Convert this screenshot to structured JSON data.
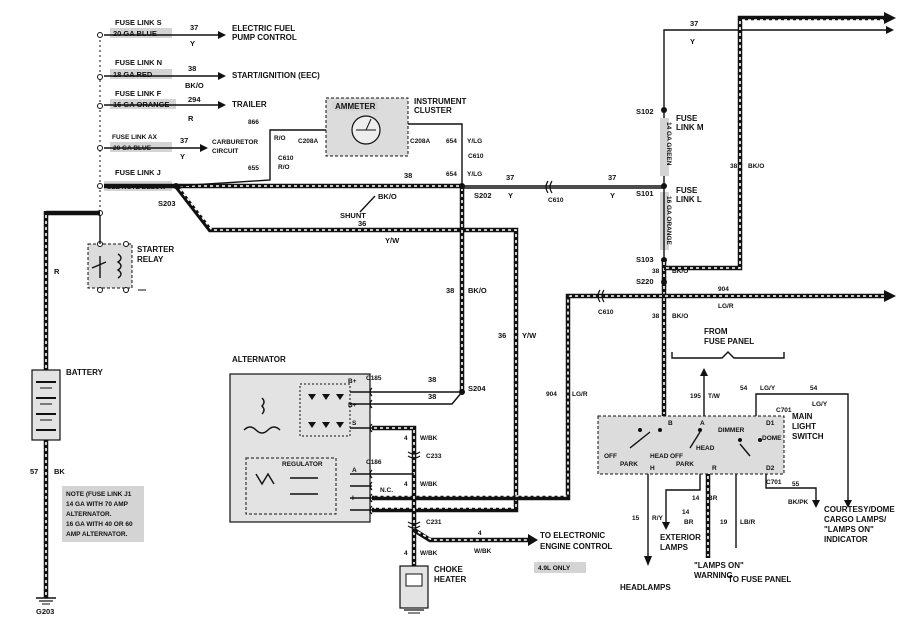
{
  "fuse_links": {
    "s": {
      "title": "FUSE LINK S",
      "gauge": "20 GA BLUE",
      "circuit": "37",
      "color": "Y",
      "dest": "ELECTRIC FUEL",
      "dest2": "PUMP CONTROL"
    },
    "n": {
      "title": "FUSE LINK N",
      "gauge": "18 GA RED",
      "circuit": "38",
      "color": "BK/O",
      "dest": "START/IGNITION (EEC)"
    },
    "f": {
      "title": "FUSE LINK F",
      "gauge": "16 GA ORANGE",
      "circuit": "294",
      "color": "R",
      "dest": "TRAILER"
    },
    "ax": {
      "title": "FUSE LINK AX",
      "gauge": "20 GA BLUE",
      "circuit": "37",
      "color": "Y",
      "dest": "CARBURETOR",
      "dest2": "CIRCUIT"
    },
    "j": {
      "title": "FUSE LINK J",
      "note": "SEE NOTE BELOW"
    }
  },
  "ammeter": {
    "title": "AMMETER",
    "cluster1": "INSTRUMENT",
    "cluster2": "CLUSTER",
    "left_conn": "C208A",
    "right_conn": "C208A"
  },
  "connectors": {
    "c610": "C610",
    "c185": "C185",
    "c186": "C186",
    "c233": "C233",
    "c231": "C231",
    "c701": "C701",
    "nc": "N.C."
  },
  "splices": {
    "s203": "S203",
    "s202": "S202",
    "s204": "S204",
    "s101": "S101",
    "s102": "S102",
    "s103": "S103",
    "s220": "S220"
  },
  "ground": {
    "g203": "G203"
  },
  "wires": {
    "w655": "655",
    "w866": "866",
    "w_ro": "R/O",
    "w654": "654",
    "w_ylg": "Y/LG",
    "w38": "38",
    "w_bko": "BK/O",
    "w37": "37",
    "w_y": "Y",
    "w36": "36",
    "w_yw": "Y/W",
    "w_r": "R",
    "w57": "57",
    "w_bk": "BK",
    "w904": "904",
    "w_lgr": "LG/R",
    "w4": "4",
    "w_wbk": "W/BK",
    "w195": "195",
    "w_tw": "T/W",
    "w54": "54",
    "w_lgy": "LG/Y",
    "w55": "55",
    "w_bkpk": "BK/PK",
    "w15": "15",
    "w_ry": "R/Y",
    "w14": "14",
    "w_br": "BR",
    "w19": "19",
    "w_lbr": "LB/R"
  },
  "labels": {
    "shunt": "SHUNT",
    "starter1": "STARTER",
    "starter2": "RELAY",
    "battery": "BATTERY",
    "alternator": "ALTERNATOR",
    "regulator": "REGULATOR",
    "choke1": "CHOKE",
    "choke2": "HEATER",
    "eec1": "TO ELECTRONIC",
    "eec2": "ENGINE CONTROL",
    "only": "4.9L ONLY",
    "from1": "FROM",
    "from2": "FUSE PANEL",
    "fm1": "FUSE",
    "fm2": "LINK M",
    "fl1": "FUSE",
    "fl2": "LINK L",
    "green": "14 GA GREEN",
    "orange": "16 GA ORANGE",
    "mls1": "MAIN",
    "mls2": "LIGHT",
    "mls3": "SWITCH",
    "ext1": "EXTERIOR",
    "ext2": "LAMPS",
    "headlamps": "HEADLAMPS",
    "warn1": "\"LAMPS ON\"",
    "warn2": "WARNING",
    "tofuse": "TO FUSE PANEL",
    "court1": "COURTESY/DOME",
    "court2": "CARGO LAMPS/",
    "court3": "\"LAMPS ON\"",
    "court4": "INDICATOR",
    "note1": "NOTE (FUSE LINK J1",
    "note2": "14 GA WITH 70 AMP",
    "note3": "ALTERNATOR.",
    "note4": "16 GA WITH 40 OR 60",
    "note5": "AMP ALTERNATOR.",
    "bplus1": "B+",
    "bplus2": "B+",
    "s_term": "S",
    "a_term": "A",
    "i_term": "I",
    "sw_b": "B",
    "sw_a": "A",
    "sw_d1": "D1",
    "sw_d2": "D2",
    "sw_h": "H",
    "sw_r": "R",
    "sw_off1": "OFF",
    "sw_off2": "OFF",
    "sw_park1": "PARK",
    "sw_park2": "PARK",
    "sw_head1": "HEAD",
    "sw_head2": "HEAD",
    "sw_dimmer": "DIMMER",
    "sw_dome": "DOME"
  }
}
